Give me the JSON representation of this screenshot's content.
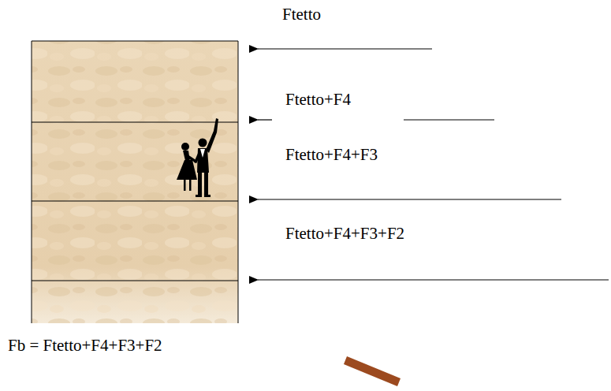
{
  "diagram": {
    "labels": [
      "Ftetto",
      "Ftetto+F4",
      "Ftetto+F4+F3",
      "Ftetto+F4+F3+F2",
      "Fb = Ftetto+F4+F3+F2"
    ]
  }
}
